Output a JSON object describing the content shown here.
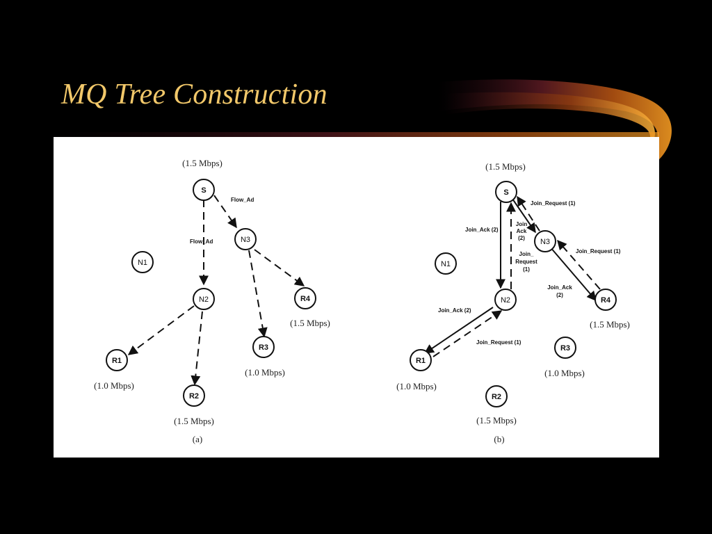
{
  "slide": {
    "title": "MQ Tree Construction"
  },
  "colors": {
    "background": "#000000",
    "title": "#f2c86a",
    "accent": "#e98a1c"
  },
  "diagram_a": {
    "caption": "(a)",
    "nodes": {
      "S": "S",
      "N1": "N1",
      "N2": "N2",
      "N3": "N3",
      "R1": "R1",
      "R2": "R2",
      "R3": "R3",
      "R4": "R4"
    },
    "rates": {
      "S": "(1.5 Mbps)",
      "R1": "(1.0 Mbps)",
      "R2": "(1.5 Mbps)",
      "R3": "(1.0 Mbps)",
      "R4": "(1.5 Mbps)"
    },
    "labels": {
      "flow_ad_1": "Flow_Ad",
      "flow_ad_2": "Flow_Ad"
    }
  },
  "diagram_b": {
    "caption": "(b)",
    "nodes": {
      "S": "S",
      "N1": "N1",
      "N2": "N2",
      "N3": "N3",
      "R1": "R1",
      "R2": "R2",
      "R3": "R3",
      "R4": "R4"
    },
    "rates": {
      "S": "(1.5 Mbps)",
      "R1": "(1.0 Mbps)",
      "R2": "(1.5 Mbps)",
      "R3": "(1.0 Mbps)",
      "R4": "(1.5 Mbps)"
    },
    "labels": {
      "join_request_s_n3": "Join_Request (1)",
      "join_request_n3_r4": "Join_Request (1)",
      "join_ack_s_n2": "Join_Ack (2)",
      "join_ack_n3_s_line1": "Join",
      "join_ack_n3_s_line2": "Ack",
      "join_ack_n3_s_line3": "(2)",
      "join_request_n2_s_line1": "Join_",
      "join_request_n2_s_line2": "Request",
      "join_request_n2_s_line3": "(1)",
      "join_ack_r4_n3_line1": "Join_Ack",
      "join_ack_r4_n3_line2": "(2)",
      "join_ack_n2_r1": "Join_Ack (2)",
      "join_request_r1_n2": "Join_Request (1)"
    }
  }
}
